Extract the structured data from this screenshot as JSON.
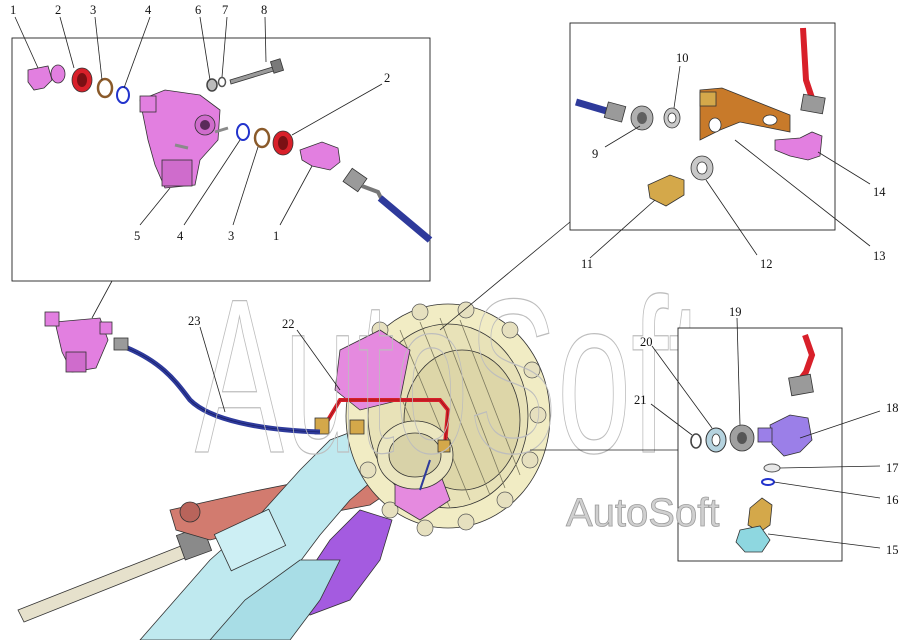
{
  "watermark": {
    "large": "AutoSoft",
    "small": "AutoSoft"
  },
  "callouts": {
    "c1": "1",
    "c2": "2",
    "c3": "3",
    "c4": "4",
    "c5": "5",
    "c6": "6",
    "c7": "7",
    "c8": "8",
    "c2b": "2",
    "c4b": "4",
    "c3b": "3",
    "c1b": "1",
    "c9": "9",
    "c10": "10",
    "c11": "11",
    "c12": "12",
    "c13": "13",
    "c14": "14",
    "c15": "15",
    "c16": "16",
    "c17": "17",
    "c18": "18",
    "c19": "19",
    "c20": "20",
    "c21": "21",
    "c22": "22",
    "c23": "23"
  },
  "colors": {
    "valve": "#e27fe0",
    "hose": "#2e3a9b",
    "red_pipe": "#d8202a",
    "brass": "#d4a84a",
    "copper": "#c87a2a",
    "axle": "#bfe9ef",
    "lever": "#d27b6f",
    "arm": "#a45be0",
    "hub": "#f1ecc4"
  }
}
